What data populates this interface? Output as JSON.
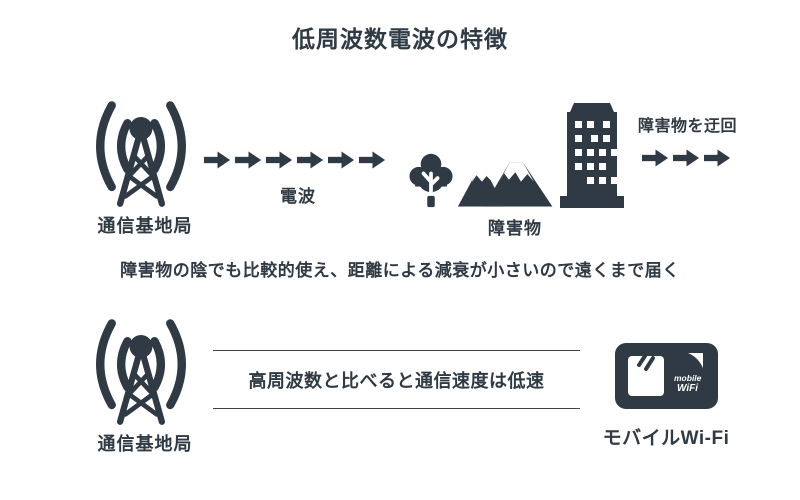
{
  "title": "低周波数電波の特徴",
  "colors": {
    "ink": "#2f3a44",
    "background": "#ffffff"
  },
  "icons": {
    "base_station": "radio-tower-with-signal-arcs",
    "radio_wave": "right-block-arrow",
    "obstacles": [
      "tree",
      "mountains",
      "building"
    ],
    "mobile_wifi": "mobile-wifi-router"
  },
  "top": {
    "base_station_label": "通信基地局",
    "wave_label": "電波",
    "obstacles_label": "障害物",
    "bypass_label": "障害物を迂回"
  },
  "middle_caption": "障害物の陰でも比較的使え、距離による減衰が小さいので遠くまで届く",
  "bottom": {
    "base_station_label": "通信基地局",
    "speed_note": "高周波数と比べると通信速度は低速",
    "device_label": "モバイルWi-Fi",
    "device_text_line1": "mobile",
    "device_text_line2": "WiFi"
  }
}
